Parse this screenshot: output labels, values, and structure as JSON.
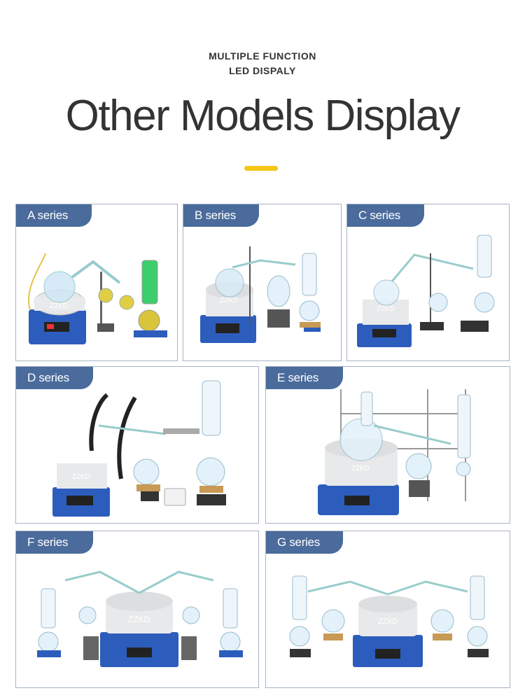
{
  "header": {
    "eyebrow_line1": "MULTIPLE FUNCTION",
    "eyebrow_line2": "LED DISPALY",
    "title": "Other Models Display"
  },
  "colors": {
    "tag_background": "#4a6b9b",
    "accent_bar": "#f5c518",
    "card_border": "#a7b3c4",
    "mantle_blue": "#2c5dbd",
    "distillate_yellow": "#d8c53a",
    "reservoir_green": "#3ccf6b"
  },
  "series": [
    {
      "label": "A series",
      "product_mark": "ZZKD"
    },
    {
      "label": "B series",
      "product_mark": "ZZKD"
    },
    {
      "label": "C series",
      "product_mark": "ZZKD"
    },
    {
      "label": "D series",
      "product_mark": "ZZKD"
    },
    {
      "label": "E series",
      "product_mark": "ZZKD"
    },
    {
      "label": "F series",
      "product_mark": "ZZKD"
    },
    {
      "label": "G series",
      "product_mark": "ZZKD"
    }
  ]
}
